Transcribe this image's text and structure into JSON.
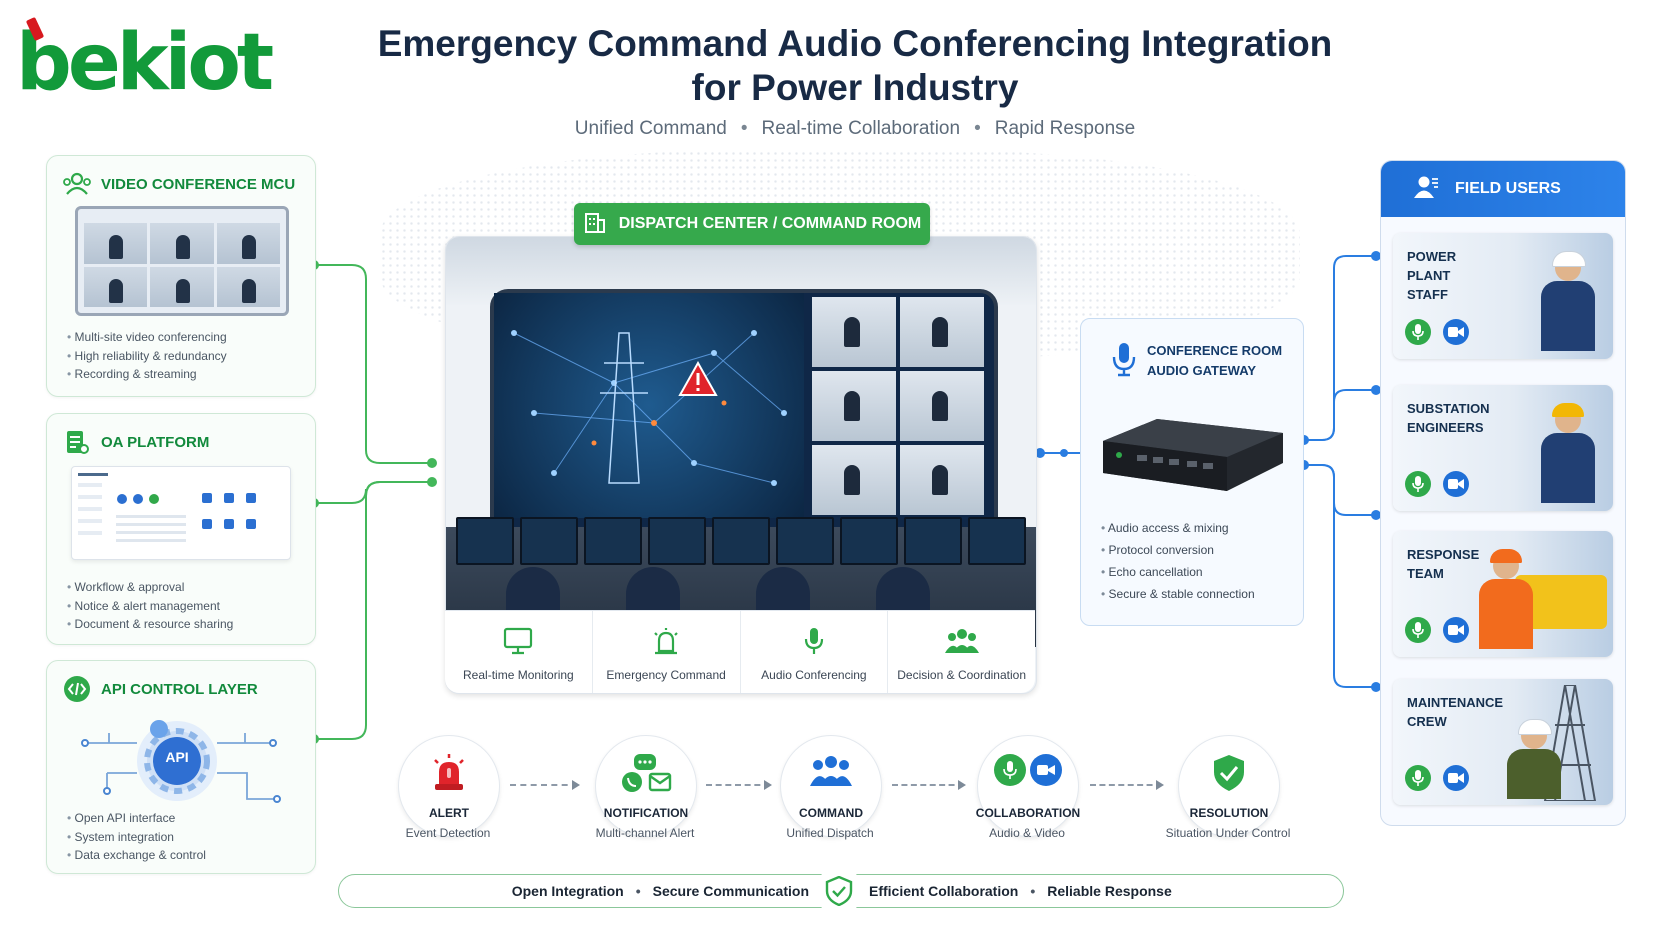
{
  "brand": {
    "logo_text": "bekiot"
  },
  "header": {
    "title_line1": "Emergency Command Audio Conferencing Integration",
    "title_line2": "for Power Industry",
    "subtitle": [
      "Unified Command",
      "Real-time Collaboration",
      "Rapid Response"
    ]
  },
  "left_panels": {
    "mcu": {
      "title": "VIDEO CONFERENCE MCU",
      "icon": "users-icon",
      "bullets": [
        "Multi-site video conferencing",
        "High reliability & redundancy",
        "Recording & streaming"
      ]
    },
    "oa": {
      "title": "OA PLATFORM",
      "icon": "document-icon",
      "bullets": [
        "Workflow & approval",
        "Notice & alert management",
        "Document & resource sharing"
      ]
    },
    "api": {
      "title": "API CONTROL LAYER",
      "icon": "code-icon",
      "center_label": "API",
      "bullets": [
        "Open API interface",
        "System integration",
        "Data exchange & control"
      ]
    }
  },
  "dispatch": {
    "badge": "DISPATCH CENTER / COMMAND ROOM",
    "features": [
      {
        "label": "Real-time Monitoring",
        "icon": "monitor-icon"
      },
      {
        "label": "Emergency Command",
        "icon": "alarm-icon"
      },
      {
        "label": "Audio Conferencing",
        "icon": "microphone-icon"
      },
      {
        "label": "Decision & Coordination",
        "icon": "team-icon"
      }
    ]
  },
  "gateway": {
    "title_line1": "CONFERENCE ROOM",
    "title_line2": "AUDIO GATEWAY",
    "bullets": [
      "Audio access & mixing",
      "Protocol conversion",
      "Echo cancellation",
      "Secure & stable connection"
    ]
  },
  "field_users": {
    "title": "FIELD USERS",
    "groups": [
      {
        "label_line1": "POWER",
        "label_line2": "PLANT",
        "label_line3": "STAFF",
        "helmet_color": "#ffffff"
      },
      {
        "label_line1": "SUBSTATION",
        "label_line2": "ENGINEERS",
        "label_line3": "",
        "helmet_color": "#f2b705"
      },
      {
        "label_line1": "RESPONSE",
        "label_line2": "TEAM",
        "label_line3": "",
        "helmet_color": "#f26b1d"
      },
      {
        "label_line1": "MAINTENANCE",
        "label_line2": "CREW",
        "label_line3": "",
        "helmet_color": "#ffffff"
      }
    ]
  },
  "workflow": [
    {
      "title": "ALERT",
      "subtitle": "Event Detection",
      "icon": "siren-icon"
    },
    {
      "title": "NOTIFICATION",
      "subtitle": "Multi-channel Alert",
      "icon": "chat-icon"
    },
    {
      "title": "COMMAND",
      "subtitle": "Unified Dispatch",
      "icon": "team-icon"
    },
    {
      "title": "COLLABORATION",
      "subtitle": "Audio & Video",
      "icon": "mic-video-icon"
    },
    {
      "title": "RESOLUTION",
      "subtitle": "Situation Under Control",
      "icon": "shield-check-icon"
    }
  ],
  "footer": {
    "left": [
      "Open Integration",
      "Secure Communication"
    ],
    "right": [
      "Efficient Collaboration",
      "Reliable Response"
    ]
  },
  "colors": {
    "green": "#129a3a",
    "blue": "#1f6fd6",
    "navy": "#182a45",
    "alert_red": "#e0242b"
  }
}
